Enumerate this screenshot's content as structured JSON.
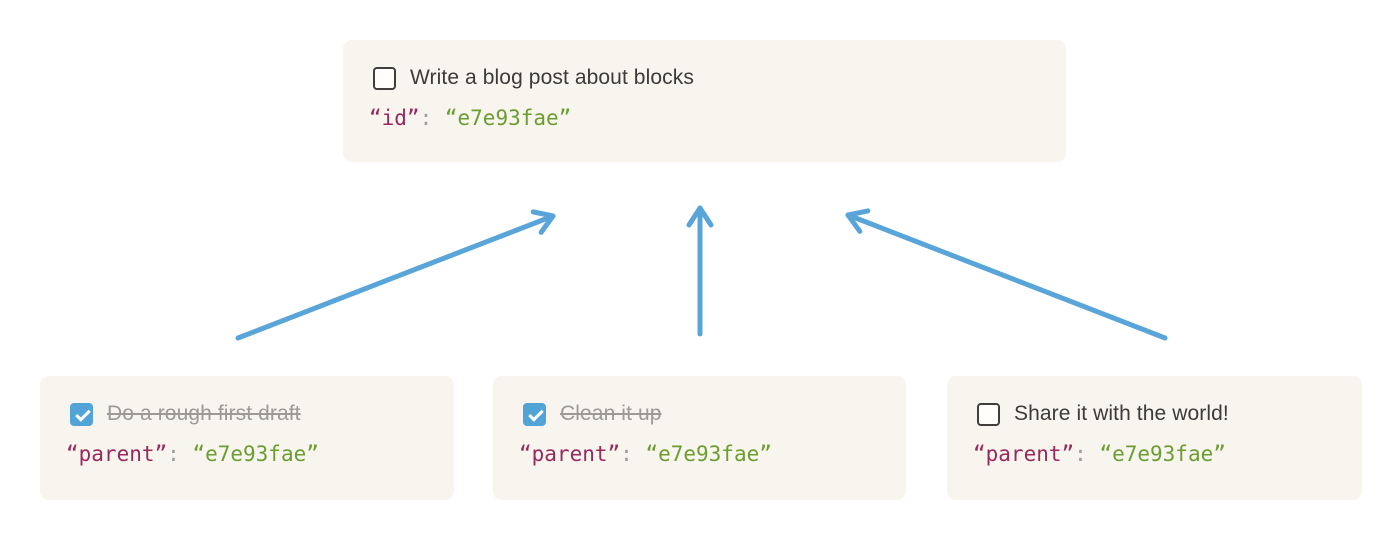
{
  "colors": {
    "page_bg": "#ffffff",
    "card_bg": "#f8f4ee",
    "arrow": "#59a5d9",
    "checkbox_checked_bg": "#53a4d6",
    "checkbox_border": "#403f3d",
    "title_text": "#3c3b39",
    "done_text": "#9b9a97",
    "code_key": "#97295c",
    "code_value": "#6b9d31",
    "code_punct": "#9f9e9b"
  },
  "parent_card": {
    "title": "Write a blog post about blocks",
    "checked": false,
    "code": {
      "key": "“id”",
      "colon": ": ",
      "value": "“e7e93fae”"
    }
  },
  "child_cards": [
    {
      "title": "Do a rough first draft",
      "checked": true,
      "code": {
        "key": "“parent”",
        "colon": ": ",
        "value": "“e7e93fae”"
      }
    },
    {
      "title": "Clean it up",
      "checked": true,
      "code": {
        "key": "“parent”",
        "colon": ": ",
        "value": "“e7e93fae”"
      }
    },
    {
      "title": "Share it with the world!",
      "checked": false,
      "code": {
        "key": "“parent”",
        "colon": ": ",
        "value": "“e7e93fae”"
      }
    }
  ],
  "arrows": [
    {
      "from": "do-a-rough-first-draft",
      "to": "write-a-blog-post-about-blocks"
    },
    {
      "from": "clean-it-up",
      "to": "write-a-blog-post-about-blocks"
    },
    {
      "from": "share-it-with-the-world",
      "to": "write-a-blog-post-about-blocks"
    }
  ]
}
